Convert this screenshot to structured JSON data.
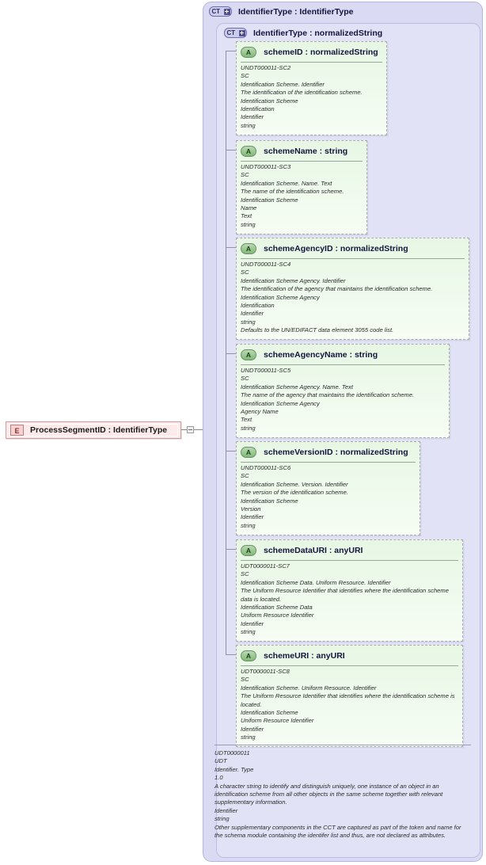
{
  "element": {
    "icon": "element-icon",
    "icon_label": "E",
    "label": "ProcessSegmentID : IdentifierType",
    "expander": "collapse-toggle"
  },
  "outer_type": {
    "icon": "complextype-icon",
    "icon_label": "CT",
    "title": "IdentifierType : IdentifierType"
  },
  "inner_type": {
    "icon": "complextype-icon",
    "icon_label": "CT",
    "title": "IdentifierType : normalizedString"
  },
  "attributes": [
    {
      "icon_label": "A",
      "name": "schemeID : normalizedString",
      "doc": [
        "UNDT000011-SC2",
        "SC",
        "Identification Scheme. Identifier",
        "The identification of the identification scheme.",
        "Identification Scheme",
        "Identification",
        "Identifier",
        "string"
      ]
    },
    {
      "icon_label": "A",
      "name": "schemeName : string",
      "doc": [
        "UNDT000011-SC3",
        "SC",
        "Identification Scheme. Name. Text",
        "The name of the identification scheme.",
        "Identification Scheme",
        "Name",
        "Text",
        "string"
      ]
    },
    {
      "icon_label": "A",
      "name": "schemeAgencyID : normalizedString",
      "doc": [
        "UNDT000011-SC4",
        "SC",
        "Identification Scheme Agency. Identifier",
        "The identification of the agency that maintains the identification scheme.",
        "Identification Scheme Agency",
        "Identification",
        "Identifier",
        "string",
        "Defaults to the UN/EDIFACT data element 3055 code list."
      ]
    },
    {
      "icon_label": "A",
      "name": "schemeAgencyName : string",
      "doc": [
        "UNDT000011-SC5",
        "SC",
        "Identification Scheme Agency. Name. Text",
        "The name of the agency that maintains the identification scheme.",
        "Identification Scheme Agency",
        "Agency Name",
        "Text",
        "string"
      ]
    },
    {
      "icon_label": "A",
      "name": "schemeVersionID : normalizedString",
      "doc": [
        "UNDT000011-SC6",
        "SC",
        "Identification Scheme. Version. Identifier",
        "The version of the identification scheme.",
        "Identification Scheme",
        "Version",
        "Identifier",
        "string"
      ]
    },
    {
      "icon_label": "A",
      "name": "schemeDataURI : anyURI",
      "doc": [
        "UDT0000011-SC7",
        "SC",
        "Identification Scheme Data. Uniform Resource. Identifier",
        "The Uniform Resource Identifier that identifies where the identification scheme data is located.",
        "Identification Scheme Data",
        "Uniform Resource Identifier",
        "Identifier",
        "string"
      ]
    },
    {
      "icon_label": "A",
      "name": "schemeURI : anyURI",
      "doc": [
        "UDT0000011-SC8",
        "SC",
        "Identification Scheme. Uniform Resource. Identifier",
        "The Uniform Resource Identifier that identifies where the identification scheme is located.",
        "Identification Scheme",
        "Uniform Resource Identifier",
        "Identifier",
        "string"
      ]
    }
  ],
  "type_documentation": [
    "UDT0000011",
    "UDT",
    "Identifier. Type",
    "1.0",
    "A character string to identify and distinguish uniquely, one instance of an object in an identification scheme from all other objects in the same scheme together with relevant supplementary information.",
    "Identifier",
    "string",
    "Other supplementary components in the CCT are captured as part of the token and name for the schema module containing the identifer list and thus, are not declared as attributes."
  ],
  "colors": {
    "element_fill": "#fdeaea",
    "element_border": "#d79a9a",
    "panel_outer": "#dadaf2",
    "panel_inner": "#e2e2f6",
    "attribute_fill": "#eefaec",
    "attribute_border": "#a9a9a9",
    "connector": "#9090a8"
  }
}
